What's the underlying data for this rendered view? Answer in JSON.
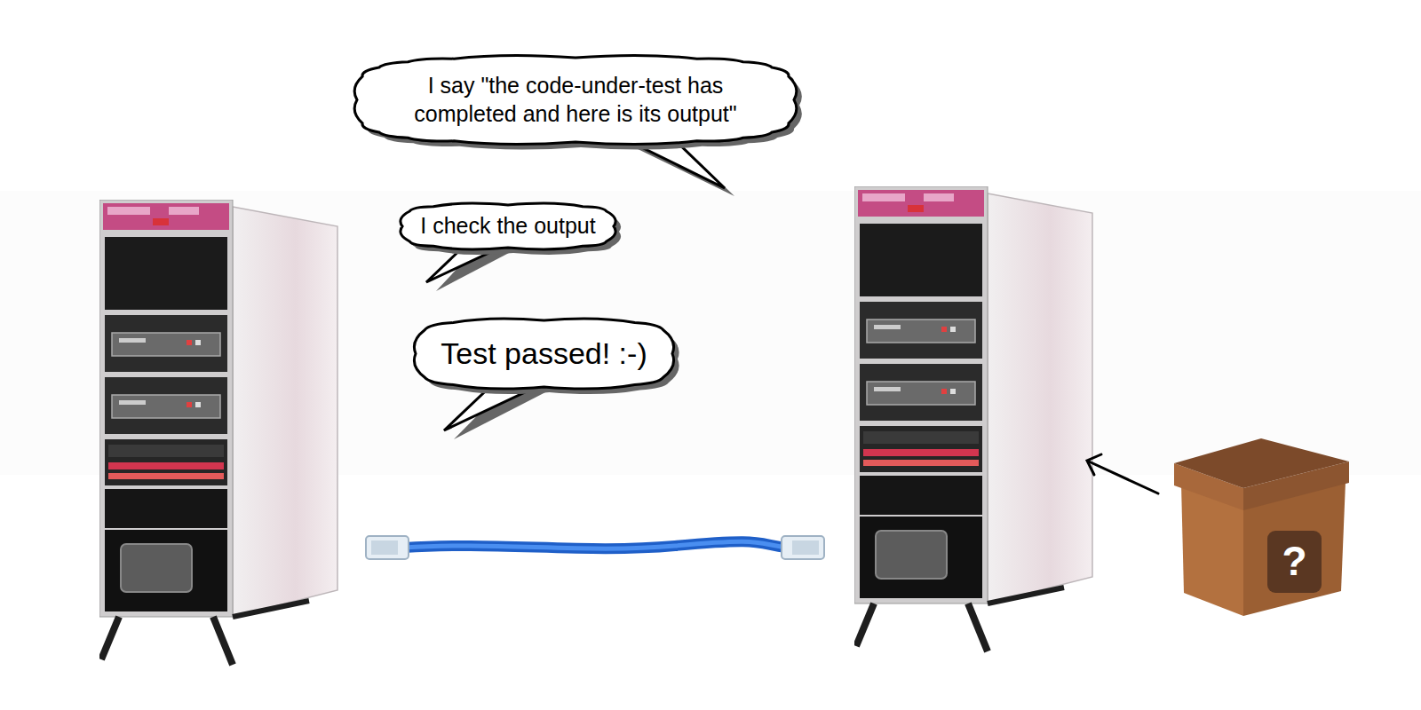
{
  "diagram": {
    "nodes": [
      {
        "text": [
          "I say \"the code-under-test has completed and here is its output\""
        ]
      },
      {
        "text": [
          "I check the output"
        ]
      },
      {
        "text": [
          "Test passed! :-)"
        ]
      },
      {
        "text": [
          "?"
        ]
      }
    ]
  }
}
